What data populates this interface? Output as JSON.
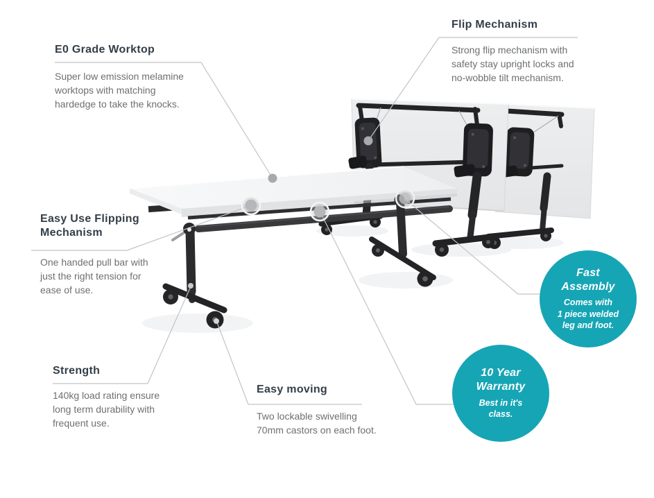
{
  "colors": {
    "accent_teal": "#16a5b5",
    "heading_text": "#333e48",
    "body_text": "#6d6f72",
    "connector_line": "#c2c4c6",
    "table_black": "#232326",
    "worktop_white": "#f6f7f8"
  },
  "callouts": {
    "e0_worktop": {
      "title": "E0 Grade Worktop",
      "body": "Super low emission melamine\nworktops with matching\nhardedge to take the knocks."
    },
    "flip_mechanism": {
      "title": "Flip Mechanism",
      "body": "Strong flip mechanism with\nsafety stay upright locks and\nno-wobble tilt mechanism."
    },
    "easy_use": {
      "title": "Easy Use Flipping\nMechanism",
      "body": "One handed pull bar with\njust the right tension for\nease of use."
    },
    "strength": {
      "title": "Strength",
      "body": "140kg load rating ensure\nlong term durability with\nfrequent use."
    },
    "easy_moving": {
      "title": "Easy moving",
      "body": "Two lockable swivelling\n70mm castors on each foot."
    }
  },
  "badges": {
    "fast_assembly": {
      "title": "Fast\nAssembly",
      "body": "Comes with\n1 piece welded\nleg and foot."
    },
    "warranty": {
      "title": "10 Year\nWarranty",
      "body": "Best in it's\nclass."
    }
  }
}
